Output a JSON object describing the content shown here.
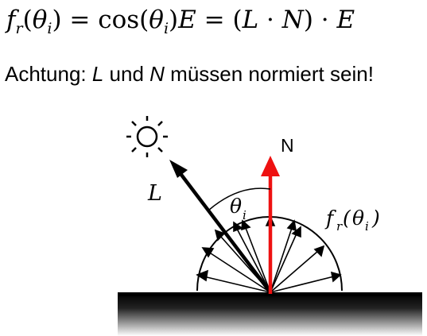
{
  "formula": {
    "f": "f",
    "f_sub": "r",
    "open1": "(",
    "theta1": "θ",
    "theta1_sub": "i",
    "close1": ")",
    "eq1": " = ",
    "cos": "cos",
    "open2": "(",
    "theta2": "θ",
    "theta2_sub": "i",
    "close2": ")",
    "E1": "E",
    "eq2": " = (",
    "L": "L",
    "dot1": " · ",
    "N": "N",
    "close3": ")",
    "dot2": " · ",
    "E2": "E"
  },
  "note": {
    "prefix": "Achtung: ",
    "L": "L",
    "mid": " und ",
    "N": "N",
    "suffix": " müssen normiert sein!"
  },
  "diagram": {
    "label_N": "N",
    "label_L": "L",
    "label_theta": "θ",
    "label_theta_sub": "i",
    "label_f": "f",
    "label_f_sub": "r",
    "label_f_open": "(",
    "label_f_theta": "θ",
    "label_f_theta_sub": "i",
    "label_f_close": ")",
    "colors": {
      "normal": "#ee1111",
      "ink": "#000000"
    }
  }
}
